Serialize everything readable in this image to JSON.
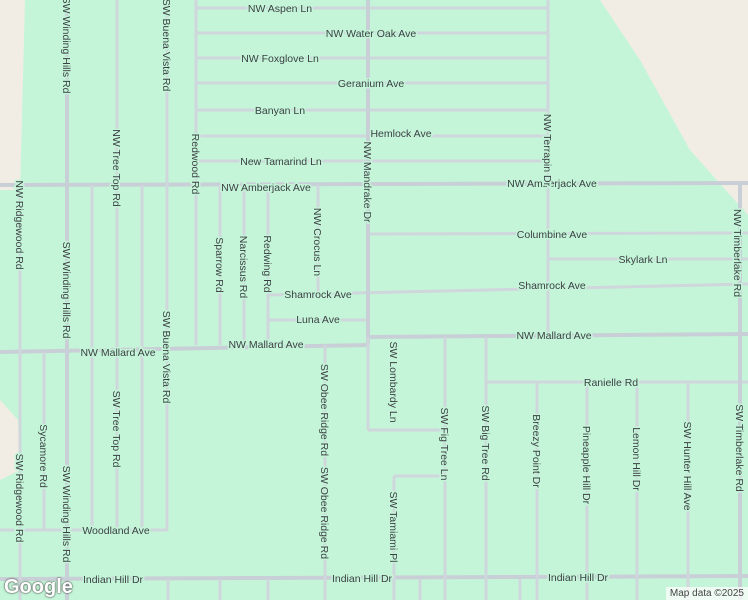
{
  "map": {
    "colors": {
      "land": "#c5f5d8",
      "outside": "#f2ede4",
      "road": "#cfd6dc"
    },
    "labels": [
      "NW Aspen Ln",
      "NW Water Oak Ave",
      "NW Foxglove Ln",
      "Geranium Ave",
      "Banyan Ln",
      "Hemlock Ave",
      "New Tamarind Ln",
      "NW Amberjack Ave",
      "NW Amberjack Ave",
      "Columbine Ave",
      "Skylark Ln",
      "Shamrock Ave",
      "Shamrock Ave",
      "Luna Ave",
      "NW Mallard Ave",
      "NW Mallard Ave",
      "NW Mallard Ave",
      "Ranielle Rd",
      "Woodland Ave",
      "Indian Hill Dr",
      "Indian Hill Dr",
      "Indian Hill Dr",
      "SW Winding Hills Rd",
      "SW Winding Hills Rd",
      "SW Winding Hills Rd",
      "SW Buena Vista Rd",
      "SW Buena Vista Rd",
      "NW Tree Top Rd",
      "SW Tree Top Rd",
      "NW Ridgewood Rd",
      "SW Ridgewood Rd",
      "Sycamore Rd",
      "Redwood Rd",
      "Sparrow Rd",
      "Narcissus Rd",
      "Redwing Rd",
      "NW Crocus Ln",
      "NW Mandrake Dr",
      "NW Terrapin Dr",
      "NW Timberlake Rd",
      "SW Timberlake Rd",
      "SW Obee Ridge Rd",
      "SW Obee Ridge Rd",
      "SW Lombardy Ln",
      "SW Fig Tree Ln",
      "SW Big Tree Rd",
      "Breezy Point Dr",
      "Pineapple Hill Dr",
      "Lemon Hill Dr",
      "SW Hunter Hill Ave",
      "SW Tamiami Pl"
    ]
  },
  "watermark": "Google",
  "attribution": "Map data ©2025"
}
